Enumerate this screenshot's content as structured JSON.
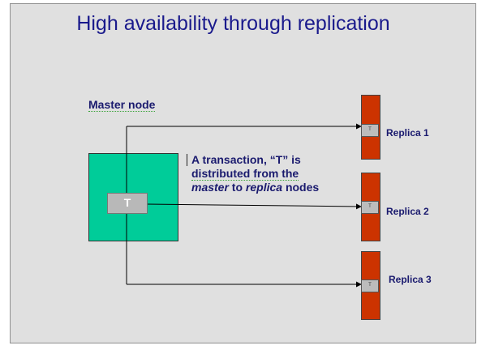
{
  "title": "High availability through replication",
  "master": {
    "label": "Master node",
    "transaction_label": "T"
  },
  "description": {
    "line1": "A transaction, “T” is",
    "line2": "distributed from the",
    "line3_italic_1": "master",
    "line3_mid": " to ",
    "line3_italic_2": "replica",
    "line3_end": " nodes"
  },
  "replicas": [
    {
      "label": "Replica 1",
      "transaction_label": "T"
    },
    {
      "label": "Replica 2",
      "transaction_label": "T"
    },
    {
      "label": "Replica 3",
      "transaction_label": "T"
    }
  ],
  "colors": {
    "background": "#e0e0e0",
    "title": "#1a1a8c",
    "master_node": "#00cc99",
    "replica_node": "#cc3300",
    "transaction_box": "#b8b8b8"
  }
}
